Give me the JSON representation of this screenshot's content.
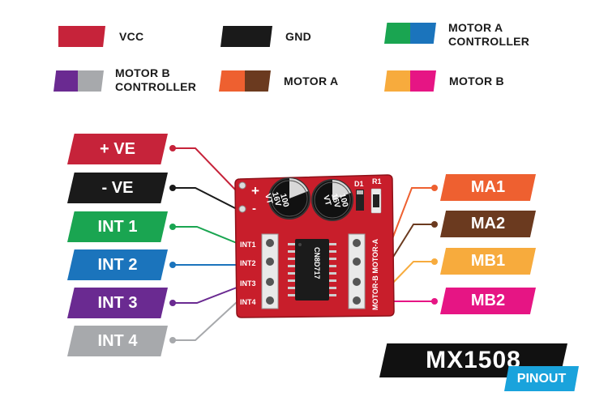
{
  "legend": [
    {
      "label": "VCC",
      "colors": [
        "#c6233a"
      ]
    },
    {
      "label": "GND",
      "colors": [
        "#1a1a1a"
      ]
    },
    {
      "label": "MOTOR A CONTROLLER",
      "colors": [
        "#1aa551",
        "#1b74bc"
      ]
    },
    {
      "label": "MOTOR B CONTROLLER",
      "colors": [
        "#6a2a91",
        "#a7a9ac"
      ]
    },
    {
      "label": "MOTOR A",
      "colors": [
        "#ee6030",
        "#6b3a1f"
      ]
    },
    {
      "label": "MOTOR B",
      "colors": [
        "#f7ab3d",
        "#e61584"
      ]
    }
  ],
  "left_pins": [
    {
      "label": "+ VE",
      "color": "#c6233a"
    },
    {
      "label": "- VE",
      "color": "#1a1a1a"
    },
    {
      "label": "INT 1",
      "color": "#1aa551"
    },
    {
      "label": "INT 2",
      "color": "#1b74bc"
    },
    {
      "label": "INT 3",
      "color": "#6a2a91"
    },
    {
      "label": "INT 4",
      "color": "#a7a9ac"
    }
  ],
  "right_pins": [
    {
      "label": "MA1",
      "color": "#ee6030"
    },
    {
      "label": "MA2",
      "color": "#6b3a1f"
    },
    {
      "label": "MB1",
      "color": "#f7ab3d"
    },
    {
      "label": "MB2",
      "color": "#e61584"
    }
  ],
  "board": {
    "plus": "+",
    "minus": "-",
    "cap1": [
      "100",
      "16V",
      "VT"
    ],
    "cap2": [
      "100",
      "16V",
      "VT"
    ],
    "d1": "D1",
    "r1": "R1",
    "int_pins": [
      "INT1",
      "INT2",
      "INT3",
      "INT4"
    ],
    "motor_label": "MOTOR-B MOTOR-A",
    "chip_text": "CN8D717"
  },
  "title": "MX1508",
  "subtitle": "PINOUT"
}
